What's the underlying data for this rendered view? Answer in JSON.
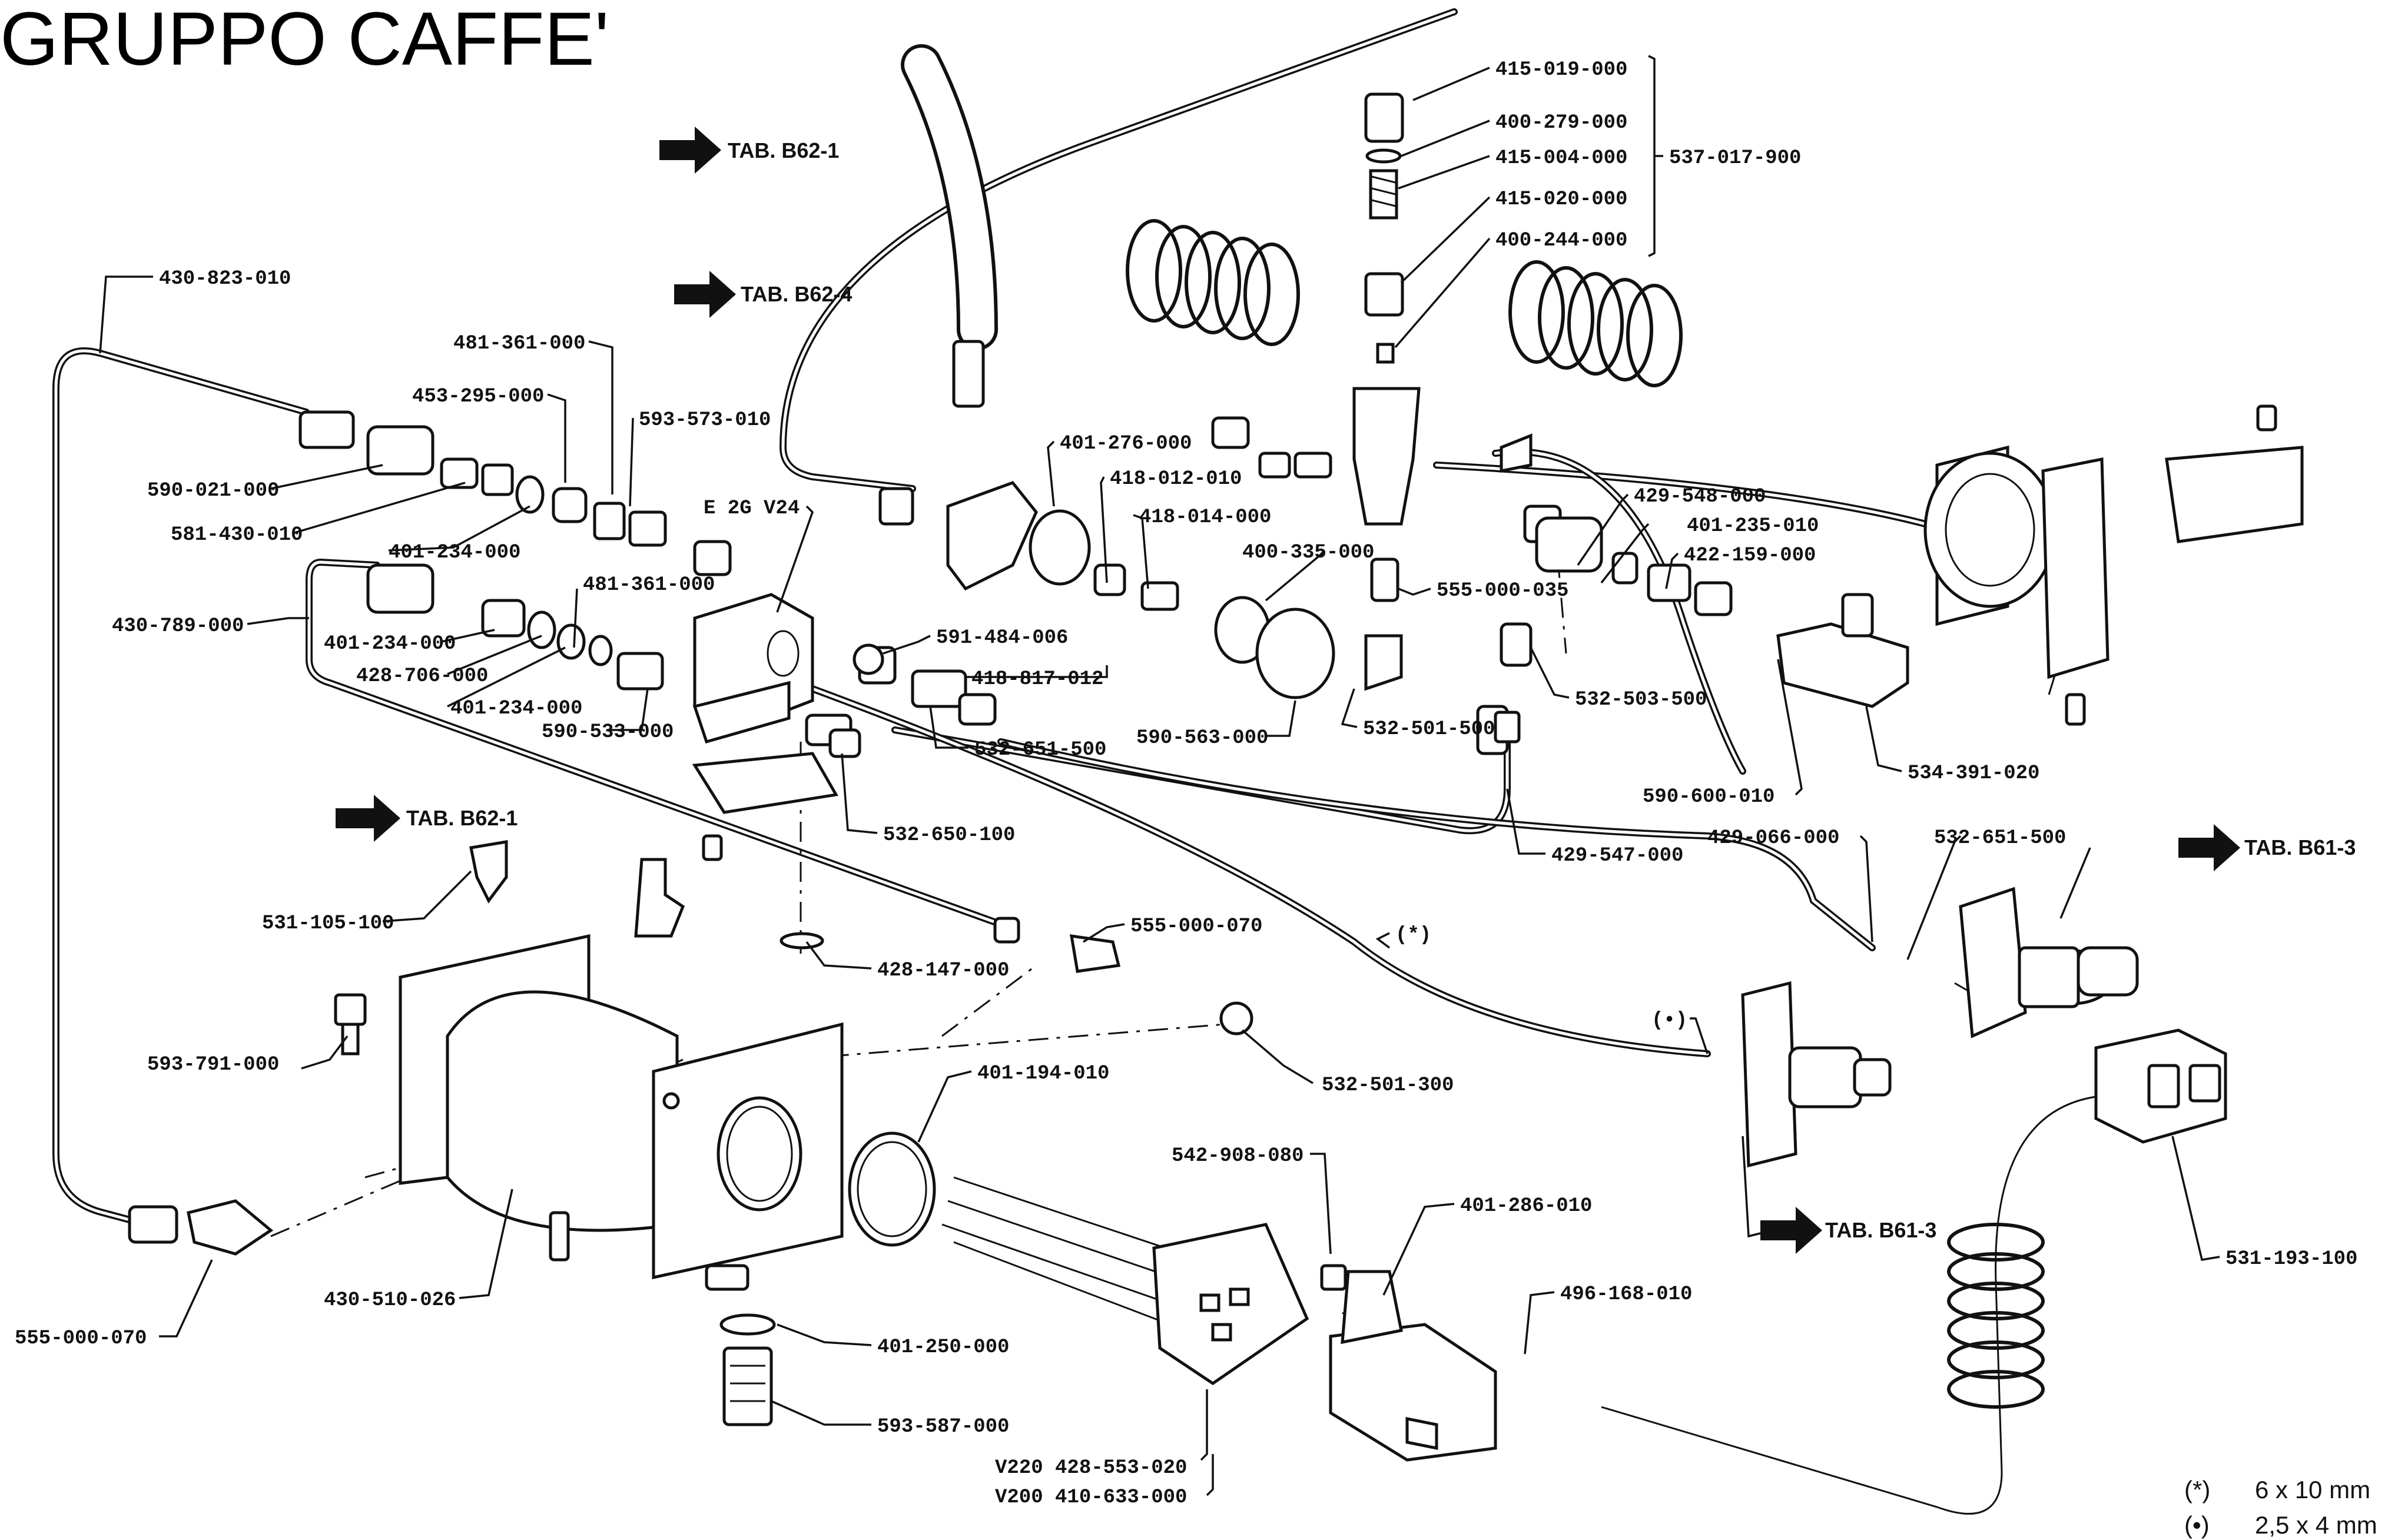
{
  "title": "GRUPPO  CAFFE'",
  "references": {
    "tab_b62_1_top": "TAB. B62-1",
    "tab_b62_4": "TAB. B62-4",
    "tab_b62_1_mid": "TAB. B62-1",
    "tab_b61_3_right": "TAB. B61-3",
    "tab_b61_3_low": "TAB. B61-3"
  },
  "labels": {
    "p415_019_000": "415-019-000",
    "p400_279_000": "400-279-000",
    "p415_004_000": "415-004-000",
    "p415_020_000": "415-020-000",
    "p400_244_000": "400-244-000",
    "p537_017_900": "537-017-900",
    "p430_823_010": "430-823-010",
    "p481_361_000a": "481-361-000",
    "p453_295_000": "453-295-000",
    "p593_573_010": "593-573-010",
    "p590_021_000": "590-021-000",
    "p581_430_010": "581-430-010",
    "p401_234_000a": "401-234-000",
    "e2g_v24": "E 2G V24",
    "p401_276_000": "401-276-000",
    "p418_012_010": "418-012-010",
    "p418_014_000": "418-014-000",
    "p400_335_000": "400-335-000",
    "p429_548_000": "429-548-000",
    "p401_235_010": "401-235-010",
    "p422_159_000": "422-159-000",
    "p555_000_035": "555-000-035",
    "p430_789_000": "430-789-000",
    "p481_361_000b": "481-361-000",
    "p401_234_000b": "401-234-000",
    "p428_706_000": "428-706-000",
    "p401_234_000c": "401-234-000",
    "p590_533_000": "590-533-000",
    "p591_484_006": "591-484-006",
    "p418_817_012": "418-817-012",
    "p590_563_000": "590-563-000",
    "p532_501_500": "532-501-500",
    "p532_503_500": "532-503-500",
    "p534_391_020": "534-391-020",
    "p532_651_500a": "532-651-500",
    "p532_650_100": "532-650-100",
    "p590_600_010": "590-600-010",
    "p429_547_000": "429-547-000",
    "p429_066_000": "429-066-000",
    "p532_651_500b": "532-651-500",
    "p531_105_100": "531-105-100",
    "p555_000_070a": "555-000-070",
    "p428_147_000": "428-147-000",
    "star_marker": "(*)",
    "dot_marker": "(•)",
    "p593_791_000": "593-791-000",
    "p532_501_300": "532-501-300",
    "p401_194_010": "401-194-010",
    "p542_908_080": "542-908-080",
    "p401_286_010": "401-286-010",
    "p496_168_010": "496-168-010",
    "p430_510_026": "430-510-026",
    "p555_000_070b": "555-000-070",
    "p401_250_000": "401-250-000",
    "p593_587_000": "593-587-000",
    "v220": "V220  428-553-020",
    "v200": "V200  410-633-000",
    "p531_193_100": "531-193-100"
  },
  "legend": [
    {
      "symbol": "(*)",
      "size": "6 x 10 mm"
    },
    {
      "symbol": "(•)",
      "size": "2,5 x 4 mm"
    }
  ]
}
